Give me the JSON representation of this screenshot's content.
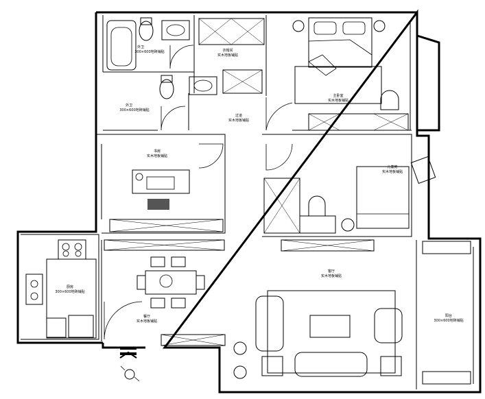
{
  "rooms": {
    "bath1": {
      "name": "外卫",
      "floor": "300×600地砖铺贴"
    },
    "bath2": {
      "name": "外卫",
      "floor": "300×600地砖铺贴"
    },
    "cloakroom": {
      "name": "衣帽间",
      "floor": "实木地板铺贴"
    },
    "master_bedroom": {
      "name": "主卧室",
      "floor": "实木地板铺贴"
    },
    "corridor": {
      "name": "过道",
      "floor": "实木地板铺贴"
    },
    "study": {
      "name": "书房",
      "floor": "实木地板铺贴"
    },
    "child_bedroom": {
      "name": "儿童房",
      "floor": "实木地板铺贴"
    },
    "kitchen": {
      "name": "厨房",
      "floor": "300×600地砖铺贴"
    },
    "dining": {
      "name": "餐厅",
      "floor": "实木地板铺贴"
    },
    "living": {
      "name": "客厅",
      "floor": "实木地板铺贴"
    },
    "balcony": {
      "name": "阳台",
      "floor": "300×600地砖铺贴"
    }
  }
}
